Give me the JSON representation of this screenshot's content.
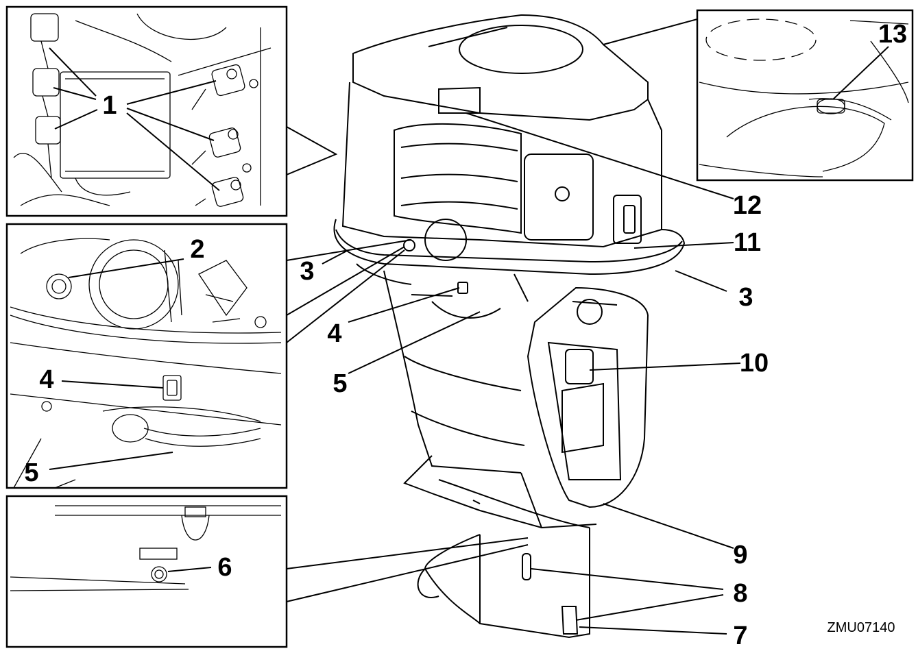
{
  "callouts": {
    "n1": "1",
    "n2": "2",
    "n3a": "3",
    "n3b": "3",
    "n4a": "4",
    "n4b": "4",
    "n5a": "5",
    "n5b": "5",
    "n6": "6",
    "n7": "7",
    "n8": "8",
    "n9": "9",
    "n10": "10",
    "n11": "11",
    "n12": "12",
    "n13": "13"
  },
  "drawing_code": "ZMU07140"
}
